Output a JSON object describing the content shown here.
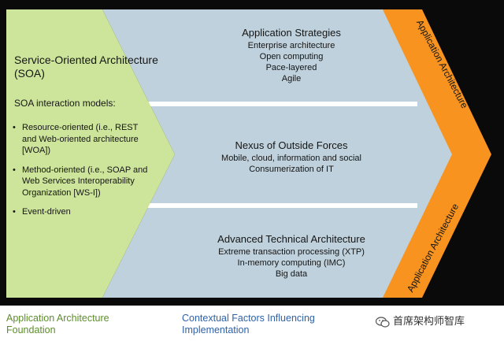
{
  "left_panel": {
    "title": "Service-Oriented Architecture (SOA)",
    "models_heading": "SOA interaction models:",
    "items": [
      "Resource-oriented (i.e., REST and Web-oriented architecture [WOA])",
      "Method-oriented (i.e., SOAP and Web Services Interoperability Organization [WS-I])",
      "Event-driven"
    ]
  },
  "middle_blocks": [
    {
      "heading": "Application Strategies",
      "items": [
        "Enterprise architecture",
        "Open computing",
        "Pace-layered",
        "Agile"
      ]
    },
    {
      "heading": "Nexus of Outside Forces",
      "items": [
        "Mobile, cloud, information and social",
        "Consumerization of IT"
      ]
    },
    {
      "heading": "Advanced Technical Architecture",
      "items": [
        "Extreme transaction processing (XTP)",
        "In-memory computing (IMC)",
        "Big data"
      ]
    }
  ],
  "right_panel": {
    "label_top": "Application Architecture",
    "label_bottom": "Application Architecture"
  },
  "footer": {
    "foundation": "Application Architecture Foundation",
    "contextual": "Contextual Factors Influencing Implementation"
  },
  "watermark": {
    "text": "首席架构师智库",
    "icon": "wechat-icon"
  },
  "colors": {
    "green": "#cde59a",
    "blue": "#bfd1dc",
    "orange": "#f7931e",
    "separator": "#ffffff"
  }
}
